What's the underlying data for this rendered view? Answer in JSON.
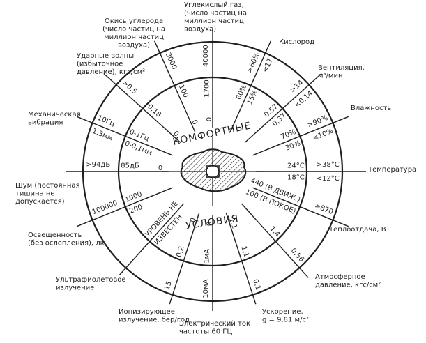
{
  "center": {
    "top_word": "КОМФОРТНЫЕ",
    "bottom_word": "УСЛОВИЯ"
  },
  "factors": [
    {
      "id": "co2",
      "caption": [
        "Углекислый газ,",
        "(число частиц на",
        "миллион частиц",
        "воздуха)"
      ],
      "outer": "40000",
      "inner": "1700",
      "extra": "0"
    },
    {
      "id": "co",
      "caption": [
        "Окись углерода",
        "(число частиц на",
        "миллион частиц",
        "воздуха)"
      ],
      "outer": "3000",
      "inner": "100",
      "extra": "0"
    },
    {
      "id": "shock",
      "caption": [
        "Ударные волны",
        "(избыточное",
        "давление), кгс/см²"
      ],
      "outer": ">0,5",
      "inner": "0,18",
      "extra": "0"
    },
    {
      "id": "vibration",
      "caption": [
        "Механическая",
        "вибрация"
      ],
      "outer": "10Гц",
      "outer2": "1,3мм",
      "inner": "0-1Гц",
      "inner2": "0-0,1мм"
    },
    {
      "id": "noise",
      "caption": [
        "Шум (постоянная",
        "тишина не",
        "допускается)"
      ],
      "outer": ">94дБ",
      "inner": "85дБ",
      "extra": "0"
    },
    {
      "id": "light",
      "caption": [
        "Освещенность",
        "(без ослепления), лк"
      ],
      "outer": "100000",
      "inner": "1000",
      "inner2": "200"
    },
    {
      "id": "uv",
      "caption": [
        "Ультрафиолетовое",
        "излучение"
      ],
      "inner": "УРОВЕНЬ НЕ",
      "inner2": "ИЗВЕСТЕН"
    },
    {
      "id": "ionizing",
      "caption": [
        "Ионизирующее",
        "излучение, бер/год"
      ],
      "outer": "15",
      "inner": "0,2",
      "extra": "0"
    },
    {
      "id": "current",
      "caption": [
        "Электрический ток",
        "частоты 60 ГЦ"
      ],
      "outer": "10мА",
      "inner": "1мА",
      "extra": "0"
    },
    {
      "id": "accel",
      "caption": [
        "Ускорение,",
        "g = 9,81 м/с²"
      ],
      "outer": "0,1",
      "inner": "1,1",
      "extra": "1,1"
    },
    {
      "id": "pressure",
      "caption": [
        "Атмосферное",
        "давление, кгс/см²"
      ],
      "outer": "0,56",
      "inner": "1,4"
    },
    {
      "id": "heat",
      "caption": [
        "Теплоотдача, ВТ"
      ],
      "outer": ">870",
      "inner": "440 (В ДВИЖ.)",
      "inner2": "100 (В ПОКОЕ)"
    },
    {
      "id": "temp",
      "caption": [
        "Температура"
      ],
      "outer": ">38°С",
      "outer2": "<12°С",
      "inner": "24°С",
      "inner2": "18°С"
    },
    {
      "id": "humidity",
      "caption": [
        "Влажность"
      ],
      "outer": ">90%",
      "outer2": "<10%",
      "inner": "70%",
      "inner2": "30%"
    },
    {
      "id": "ventilation",
      "caption": [
        "Вентиляция,",
        "м³/мин"
      ],
      "outer": ">14",
      "outer2": "<0,14",
      "inner": "0,57",
      "inner2": "0,37"
    },
    {
      "id": "oxygen",
      "caption": [
        "Кислород"
      ],
      "outer": ">60%",
      "outer2": "<17",
      "inner": "60%",
      "inner2": "15%"
    }
  ]
}
